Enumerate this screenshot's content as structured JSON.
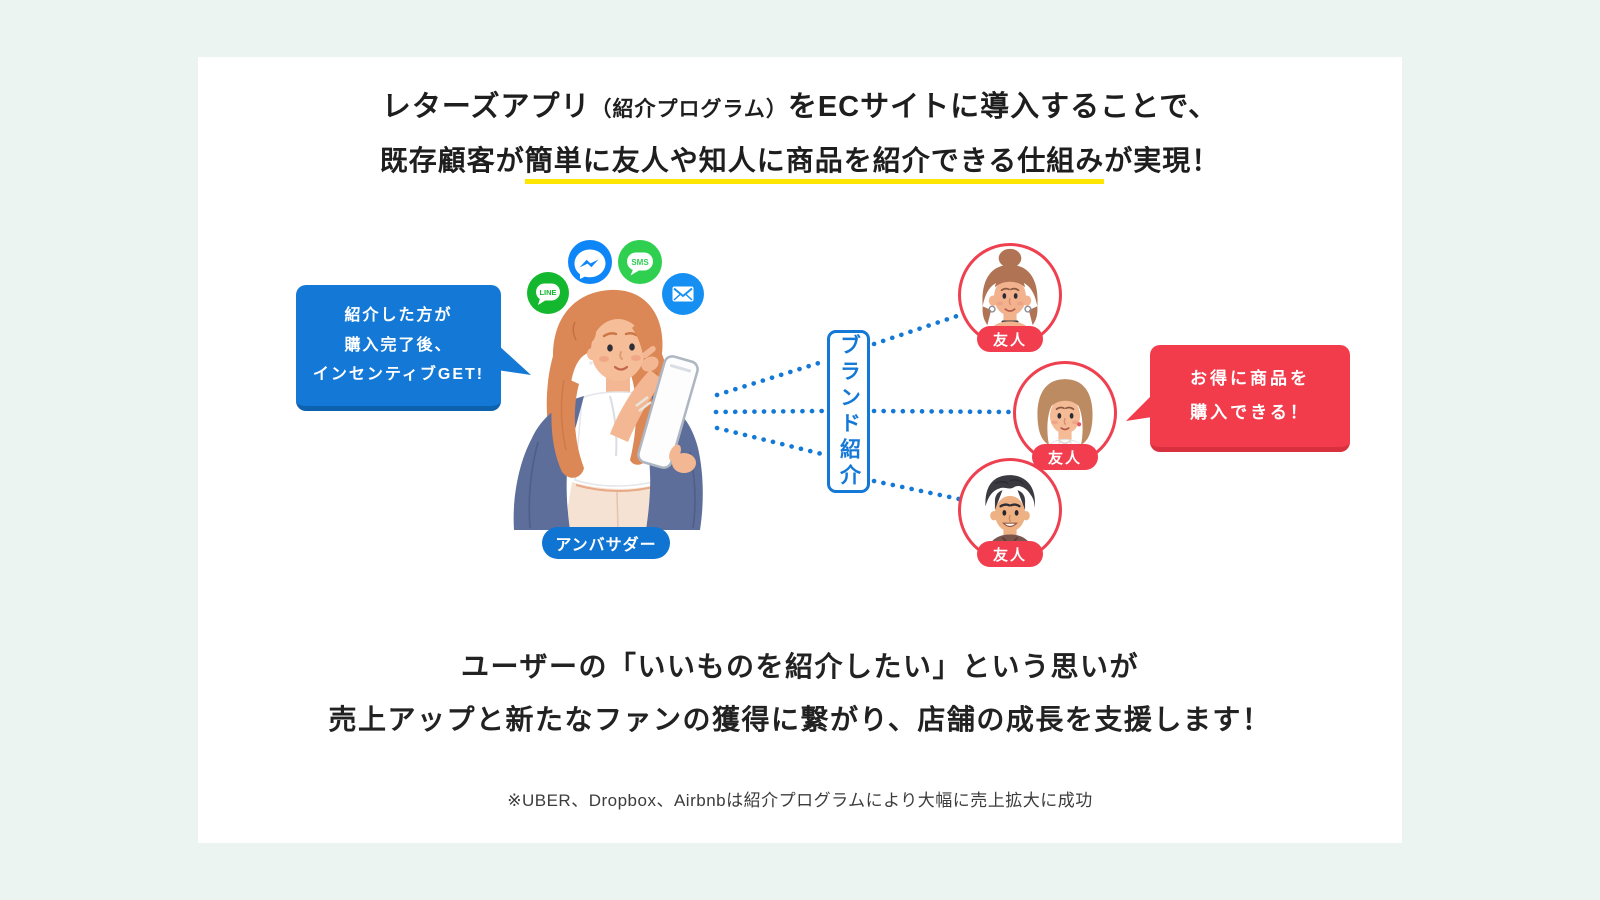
{
  "page": {
    "background": "#ECF4F2",
    "card_background": "#FFFFFF"
  },
  "title": {
    "line1_main": "レターズアプリ",
    "line1_paren": "（紹介プログラム）",
    "line1_rest": "をECサイトに導入することで、",
    "line2_pre": "既存顧客が",
    "line2_highlight": "簡単に友人や知人に商品を紹介できる仕組み",
    "line2_post": "が実現！"
  },
  "diagram": {
    "ambassador_bubble": {
      "lines": [
        "紹介した方が",
        "購入完了後、",
        "インセンティブGET!"
      ]
    },
    "ambassador_label": "アンバサダー",
    "channel_icons": [
      {
        "name": "line-icon",
        "label": "LINE"
      },
      {
        "name": "messenger-icon",
        "label": ""
      },
      {
        "name": "sms-icon",
        "label": "SMS"
      },
      {
        "name": "email-icon",
        "label": ""
      }
    ],
    "brand_box_label": "ブランド紹介",
    "friend_labels": [
      "友人",
      "友人",
      "友人"
    ],
    "friend_bubble": {
      "lines": [
        "お得に商品を",
        "購入できる！"
      ]
    }
  },
  "footer": {
    "line1": "ユーザーの「いいものを紹介したい」という思いが",
    "line2": "売上アップと新たなファンの獲得に繋がり、店舗の成長を支援します！",
    "note": "※UBER、Dropbox、Airbnbは紹介プログラムにより大幅に売上拡大に成功"
  },
  "colors": {
    "accent_blue": "#1478D6",
    "accent_blue_dark": "#0D61AD",
    "accent_red": "#F23C4C",
    "accent_red_dark": "#D8303F",
    "friend_circle_red": "#EF4050",
    "underline_yellow": "#FFE600",
    "line_green": "#13B82E",
    "messenger_blue": "#0E86F8",
    "sms_green": "#2FCF50",
    "email_blue": "#1590F2",
    "text_dark": "#1E1E1E"
  }
}
